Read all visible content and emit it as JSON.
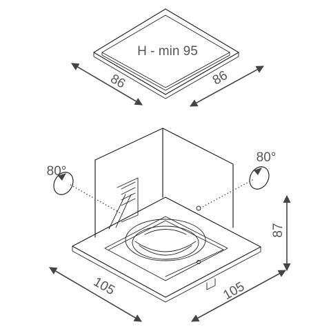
{
  "cutout": {
    "label": "H - min 95",
    "width_dim": "86",
    "depth_dim": "86"
  },
  "fixture": {
    "width_dim": "105",
    "depth_dim": "105",
    "height_dim": "87",
    "tilt_left": "80°",
    "tilt_right": "80°"
  },
  "colors": {
    "line": "#222222",
    "dimension": "#444444",
    "text": "#555555"
  }
}
